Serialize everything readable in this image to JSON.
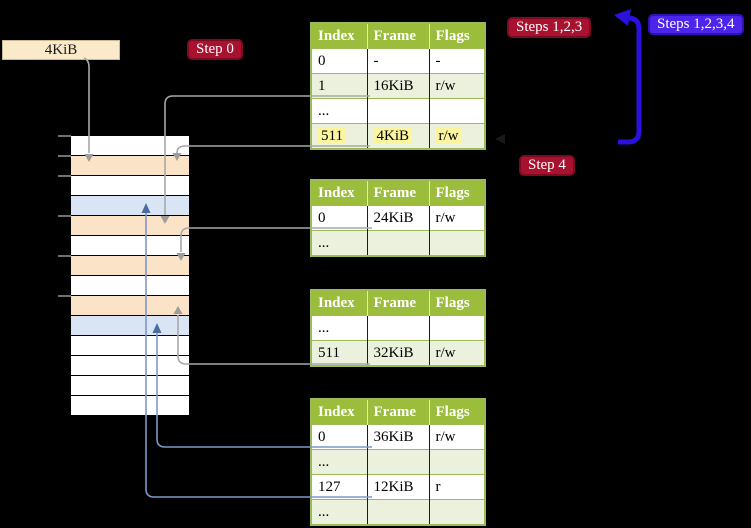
{
  "source_box": {
    "label": "4KiB"
  },
  "badges": {
    "step0": "Step 0",
    "steps123": "Steps 1,2,3",
    "steps1234": "Steps 1,2,3,4",
    "step4": "Step 4"
  },
  "memory_column": {
    "rows": [
      "white",
      "peach",
      "white",
      "blue",
      "peach",
      "white",
      "peach",
      "white",
      "peach",
      "blue",
      "white",
      "white",
      "white",
      "white"
    ]
  },
  "table_headers": [
    "Index",
    "Frame",
    "Flags"
  ],
  "tables": [
    {
      "name": "page-table-1",
      "rows": [
        {
          "cells": [
            "0",
            "-",
            "-"
          ],
          "shade": "white",
          "highlight": false
        },
        {
          "cells": [
            "1",
            "16KiB",
            "r/w"
          ],
          "shade": "green",
          "highlight": false
        },
        {
          "cells": [
            "...",
            "",
            ""
          ],
          "shade": "white",
          "highlight": false
        },
        {
          "cells": [
            "511",
            "4KiB",
            "r/w"
          ],
          "shade": "green",
          "highlight": true
        }
      ]
    },
    {
      "name": "page-table-2",
      "rows": [
        {
          "cells": [
            "0",
            "24KiB",
            "r/w"
          ],
          "shade": "white",
          "highlight": false
        },
        {
          "cells": [
            "...",
            "",
            ""
          ],
          "shade": "green",
          "highlight": false
        }
      ]
    },
    {
      "name": "page-table-3",
      "rows": [
        {
          "cells": [
            "...",
            "",
            ""
          ],
          "shade": "white",
          "highlight": false
        },
        {
          "cells": [
            "511",
            "32KiB",
            "r/w"
          ],
          "shade": "green",
          "highlight": false
        }
      ]
    },
    {
      "name": "page-table-4",
      "rows": [
        {
          "cells": [
            "0",
            "36KiB",
            "r/w"
          ],
          "shade": "white",
          "highlight": false
        },
        {
          "cells": [
            "...",
            "",
            ""
          ],
          "shade": "green",
          "highlight": false
        },
        {
          "cells": [
            "127",
            "12KiB",
            "r"
          ],
          "shade": "white",
          "highlight": false
        },
        {
          "cells": [
            "...",
            "",
            ""
          ],
          "shade": "green",
          "highlight": false
        }
      ]
    }
  ],
  "colors": {
    "bg": "#000000",
    "table-header-bg": "#9cbc3c",
    "table-header-text": "#ffffff",
    "table-border": "#9bbb59",
    "table-row-alt": "#ebf1dc",
    "highlight-yellow": "#fbf5a0",
    "mem-peach": "#fbe3c8",
    "mem-blue": "#d9e4f4",
    "box-cream": "#faeaca",
    "badge-red": "#a8122f",
    "badge-blue": "#4c24ea",
    "line-gray": "#a8a8a8",
    "line-blue": "#7e97c8",
    "arrow-blue-thick": "#2b11dd"
  }
}
